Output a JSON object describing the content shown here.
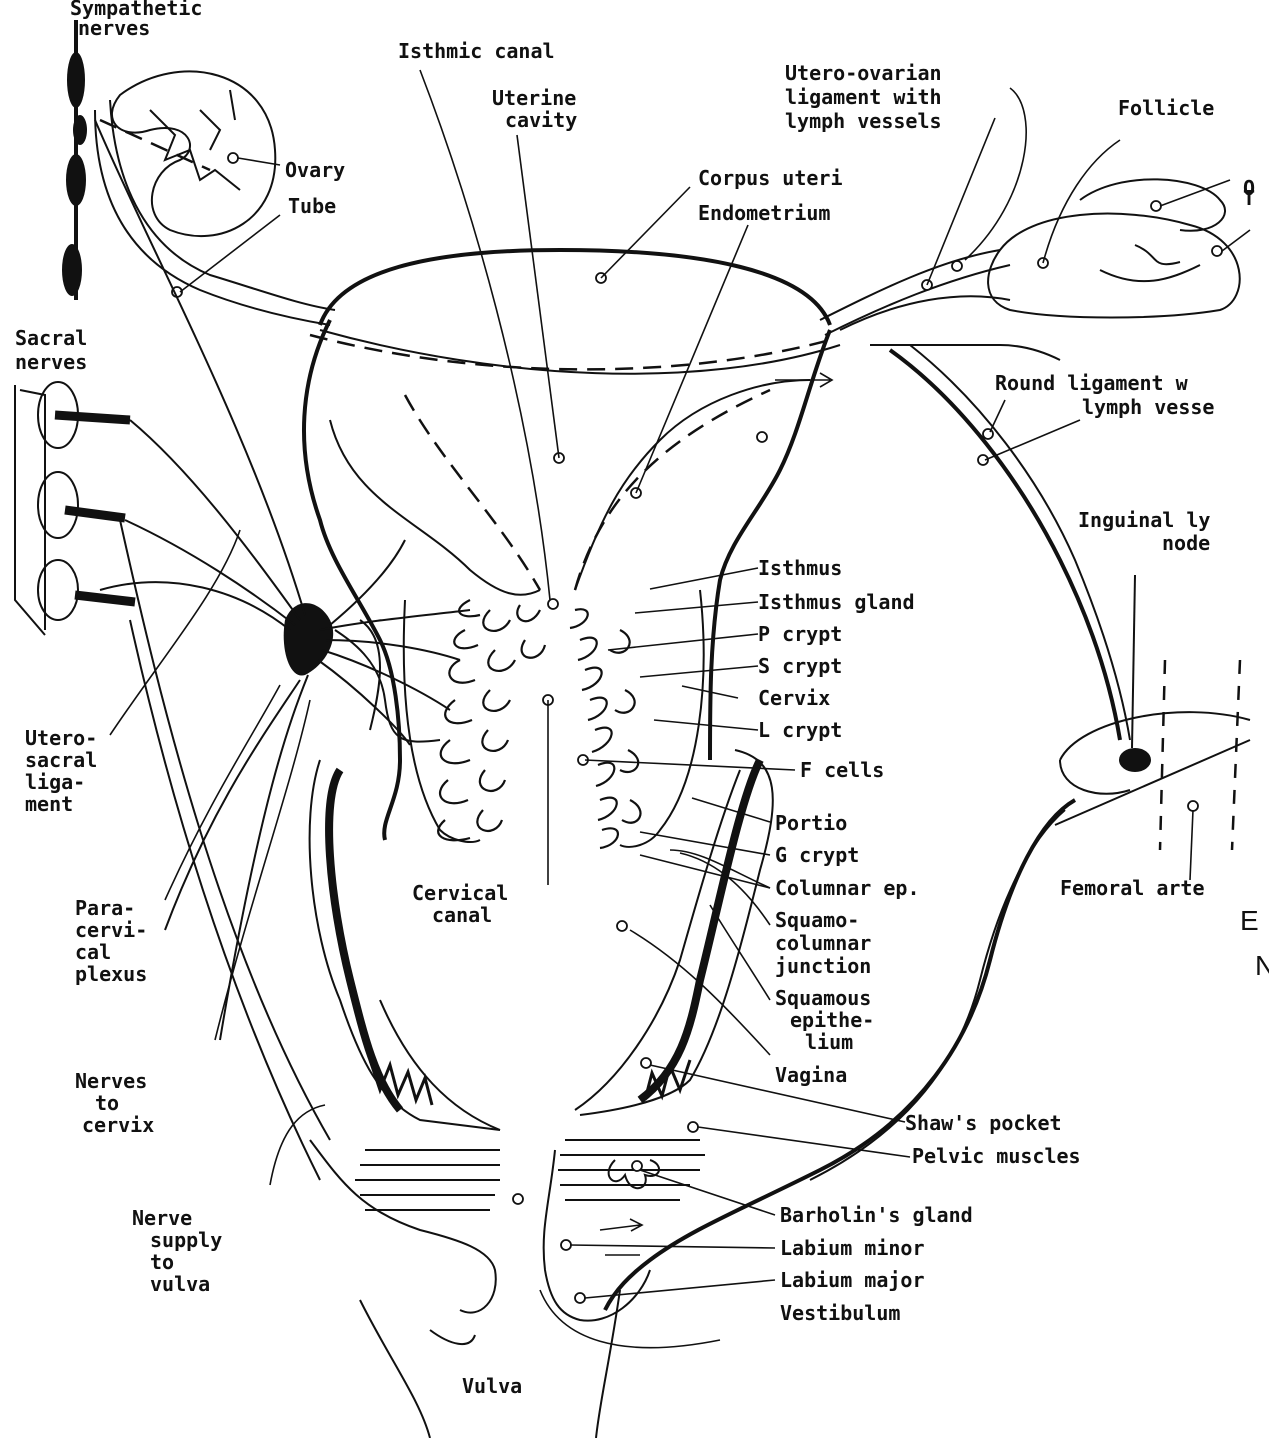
{
  "labels": {
    "sympathetic_nerves": [
      "Sympathetic",
      "nerves"
    ],
    "isthmic_canal": "Isthmic canal",
    "uterine_cavity": [
      "Uterine",
      "cavity"
    ],
    "utero_ovarian": [
      "Utero-ovarian",
      "ligament with",
      "lymph vessels"
    ],
    "follicle": "Follicle",
    "ovary": "Ovary",
    "tube": "Tube",
    "corpus_uteri": "Corpus uteri",
    "endometrium": "Endometrium",
    "ovary_right_fragment": "O",
    "tube_right_fragment": "T",
    "sacral_nerves": [
      "Sacral",
      "nerves"
    ],
    "round_ligament": [
      "Round ligament w",
      "lymph vesse"
    ],
    "inguinal_node": [
      "Inguinal ly",
      "node"
    ],
    "isthmus": "Isthmus",
    "isthmus_gland": "Isthmus gland",
    "p_crypt": "P crypt",
    "s_crypt": "S crypt",
    "cervix": "Cervix",
    "l_crypt": "L crypt",
    "f_cells": "F cells",
    "utero_sacral": [
      "Utero-",
      "sacral",
      "liga-",
      "ment"
    ],
    "portio": "Portio",
    "g_crypt": "G crypt",
    "columnar_ep": "Columnar ep.",
    "cervical_canal": [
      "Cervical",
      "canal"
    ],
    "femoral_artery": "Femoral arte",
    "squamo_columnar": [
      "Squamo-",
      "columnar",
      "junction"
    ],
    "para_cervical": [
      "Para-",
      "cervi-",
      "cal",
      "plexus"
    ],
    "squamous_epithelium": [
      "Squamous",
      "epithe-",
      "lium"
    ],
    "vagina": "Vagina",
    "nerves_to_cervix": [
      "Nerves",
      "to",
      "cervix"
    ],
    "shaws_pocket": "Shaw's pocket",
    "pelvic_muscles": "Pelvic muscles",
    "nerve_supply_vulva": [
      "Nerve",
      "supply",
      "to",
      "vulva"
    ],
    "bartholin": "Barholin's gland",
    "labium_minor": "Labium minor",
    "labium_major": "Labium major",
    "vestibulum": "Vestibulum",
    "vulva": "Vulva",
    "edge_fragment_1": "E",
    "edge_fragment_2": "N"
  }
}
